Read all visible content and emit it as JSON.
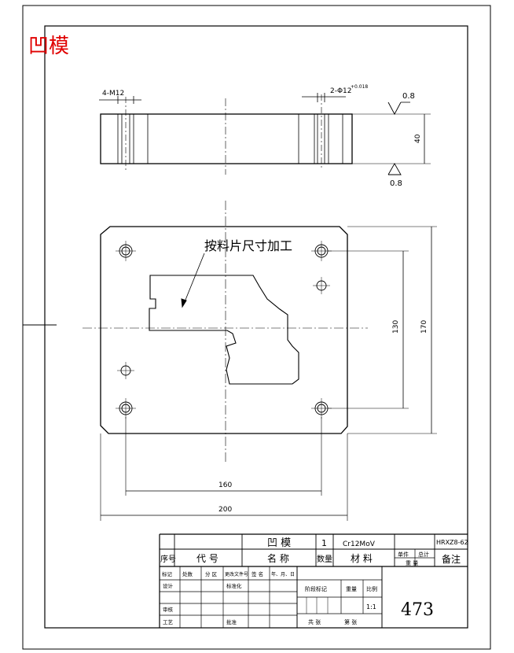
{
  "title": "凹模",
  "note": "按料片尺寸加工",
  "dimensions": {
    "holes_4": "4-M12",
    "pins_2": "2-Φ12",
    "pin_tol": "+0.018",
    "roughness_top": "0.8",
    "roughness_bottom": "0.8",
    "thickness": "40",
    "inner_height": "130",
    "outer_height": "170",
    "hole_span": "160",
    "width": "200"
  },
  "title_block": {
    "part_name": "凹 模",
    "quantity": "1",
    "material": "Cr12MoV",
    "drawing_no": "HRXZ8-62",
    "hdr_no": "序号",
    "hdr_code": "代 号",
    "hdr_name": "名 称",
    "hdr_qty": "数量",
    "hdr_material": "材 料",
    "hdr_single": "单件",
    "hdr_total": "总计",
    "hdr_weight": "重 量",
    "hdr_remarks": "备注",
    "r_mark": "标记",
    "r_count": "处数",
    "r_zone": "分 区",
    "r_docno": "更改文件号",
    "r_sign": "签 名",
    "r_date": "年、月、日",
    "design": "设计",
    "standardize": "标准化",
    "review": "审核",
    "process": "工艺",
    "approve": "批准",
    "stage_mark": "阶段标记",
    "weight": "重量",
    "ratio": "比例",
    "scale": "1:1",
    "sheets_total": "共 张",
    "sheet_no": "第 张",
    "number": "473"
  }
}
